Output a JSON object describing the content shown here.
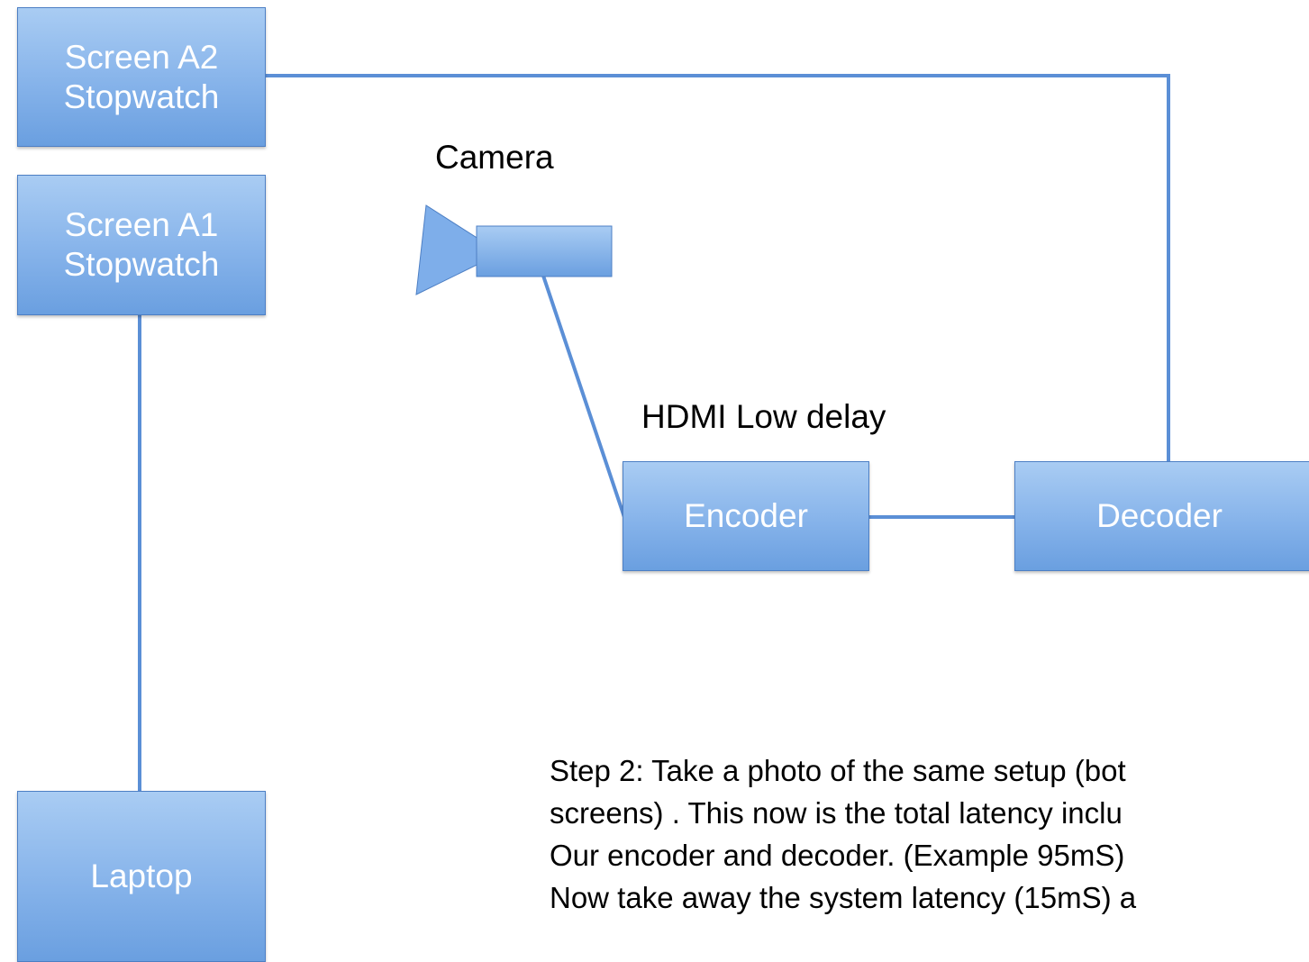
{
  "boxes": {
    "screen_a2": "Screen A2\nStopwatch",
    "screen_a1": "Screen A1\nStopwatch",
    "encoder": "Encoder",
    "decoder": "Decoder",
    "laptop": "Laptop"
  },
  "labels": {
    "camera": "Camera",
    "hdmi": "HDMI Low delay"
  },
  "note_lines": [
    "Step 2: Take a photo of the same setup (bot",
    "screens) . This now  is the total latency inclu",
    "Our encoder and decoder. (Example 95mS)",
    "Now take away the system latency (15mS) a"
  ],
  "colors": {
    "box_fill": "#86b3ea",
    "box_border": "#4d7fc4",
    "line": "#5b8fd6"
  }
}
